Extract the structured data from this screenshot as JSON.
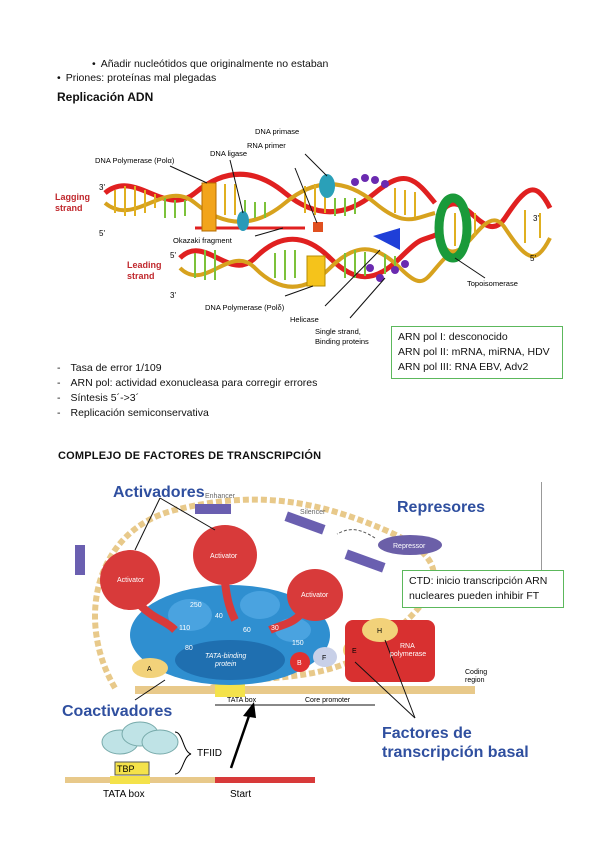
{
  "top_bullets": {
    "sub_bullet": "Añadir nucleótidos que originalmente no estaban",
    "bullet": "Priones: proteínas mal plegadas"
  },
  "replication": {
    "heading": "Replicación ADN",
    "diagram": {
      "lagging_strand": "Lagging\nstrand",
      "leading_strand": "Leading\nstrand",
      "dna_primase": "DNA primase",
      "rna_primer": "RNA primer",
      "dna_ligase": "DNA ligase",
      "dna_pol_alpha": "DNA Polymerase (Polα)",
      "okazaki": "Okazaki fragment",
      "dna_pol_delta": "DNA Polymerase (Polδ)",
      "helicase": "Helicase",
      "ssb": "Single strand,\nBinding proteins",
      "topoisomerase": "Topoisomerase",
      "end_3": "3'",
      "end_5": "5'"
    },
    "arn_box": [
      "ARN pol I: desconocido",
      "ARN pol II: mRNA, miRNA, HDV",
      "ARN pol III: RNA EBV, Adv2"
    ],
    "notes": [
      "Tasa de error 1/109",
      "ARN pol: actividad exonucleasa para corregir errores",
      "Síntesis 5´->3´",
      "Replicación semiconservativa"
    ]
  },
  "transcription": {
    "heading": "COMPLEJO DE FACTORES DE TRANSCRIPCIÓN",
    "activadores": "Activadores",
    "represores": "Represores",
    "coactivadores": "Coactivadores",
    "factores": "Factores de\ntranscripción basal",
    "enhancer": "Enhancer",
    "silencer": "Silencer",
    "repressor": "Repressor",
    "activator": "Activator",
    "tata_binding": "TATA-binding\nprotein",
    "tata_box": "TATA box",
    "core_promoter": "Core promoter",
    "rna_pol": "RNA\npolymerase",
    "coding_region": "Coding\nregion",
    "tfiid": "TFIID",
    "tbp": "TBP",
    "tata_box2": "TATA box",
    "start": "Start",
    "numbers": [
      "250",
      "40",
      "110",
      "60",
      "30",
      "80",
      "150"
    ],
    "letters": [
      "A",
      "B",
      "F",
      "E",
      "H"
    ],
    "ctd_box": [
      "CTD: inicio transcripción ARN",
      "nucleares pueden inhibir FT"
    ]
  }
}
